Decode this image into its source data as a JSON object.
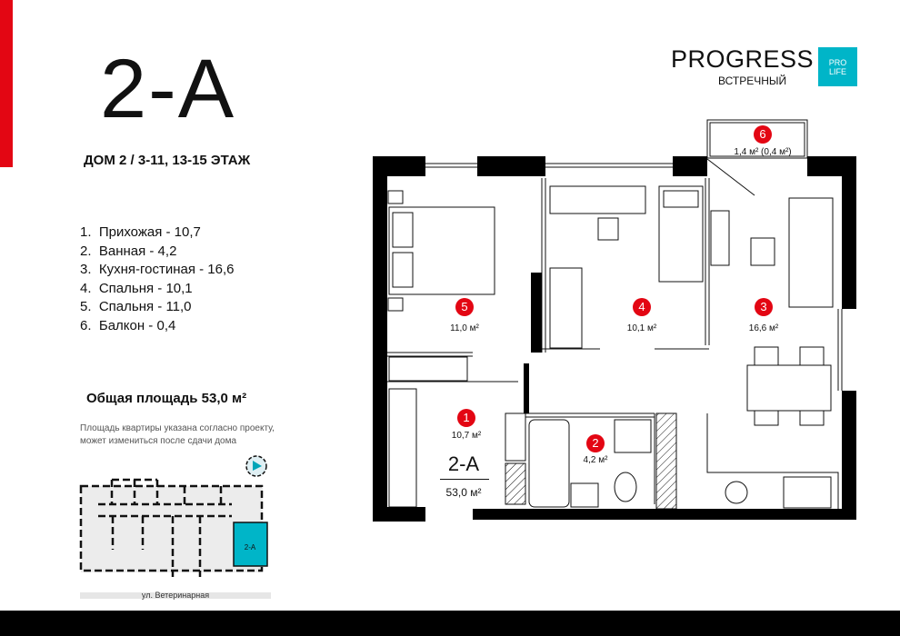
{
  "apartment": {
    "title": "2-А",
    "subtitle": "ДОМ 2 / 3-11, 13-15 ЭТАЖ"
  },
  "rooms_list": [
    "1.  Прихожая - 10,7",
    "2.  Ванная - 4,2",
    "3.  Кухня-гостиная - 16,6",
    "4.  Спальня - 10,1",
    "5.  Спальня - 11,0",
    "6.  Балкон - 0,4"
  ],
  "total_area": "Общая площадь 53,0 м²",
  "note": "Площадь квартиры указана согласно проекту, может измениться после сдачи дома",
  "logo": {
    "name": "PROGRESS",
    "sub": "ВСТРЕЧНЫЙ",
    "badge_line1": "PRO",
    "badge_line2": "LIFE",
    "badge_color": "#00b5c8"
  },
  "plan": {
    "rooms": [
      {
        "num": "1",
        "area": "10,7 м²"
      },
      {
        "num": "2",
        "area": "4,2 м²"
      },
      {
        "num": "3",
        "area": "16,6 м²"
      },
      {
        "num": "4",
        "area": "10,1 м²"
      },
      {
        "num": "5",
        "area": "11,0 м²"
      },
      {
        "num": "6",
        "area": "1,4 м² (0,4 м²)"
      }
    ],
    "name": "2-А",
    "area": "53,0 м²",
    "accent": "#e30613"
  },
  "keyplan": {
    "unit_label": "2-А",
    "street": "ул. Ветеринарная",
    "highlight": "#00b5c8"
  }
}
